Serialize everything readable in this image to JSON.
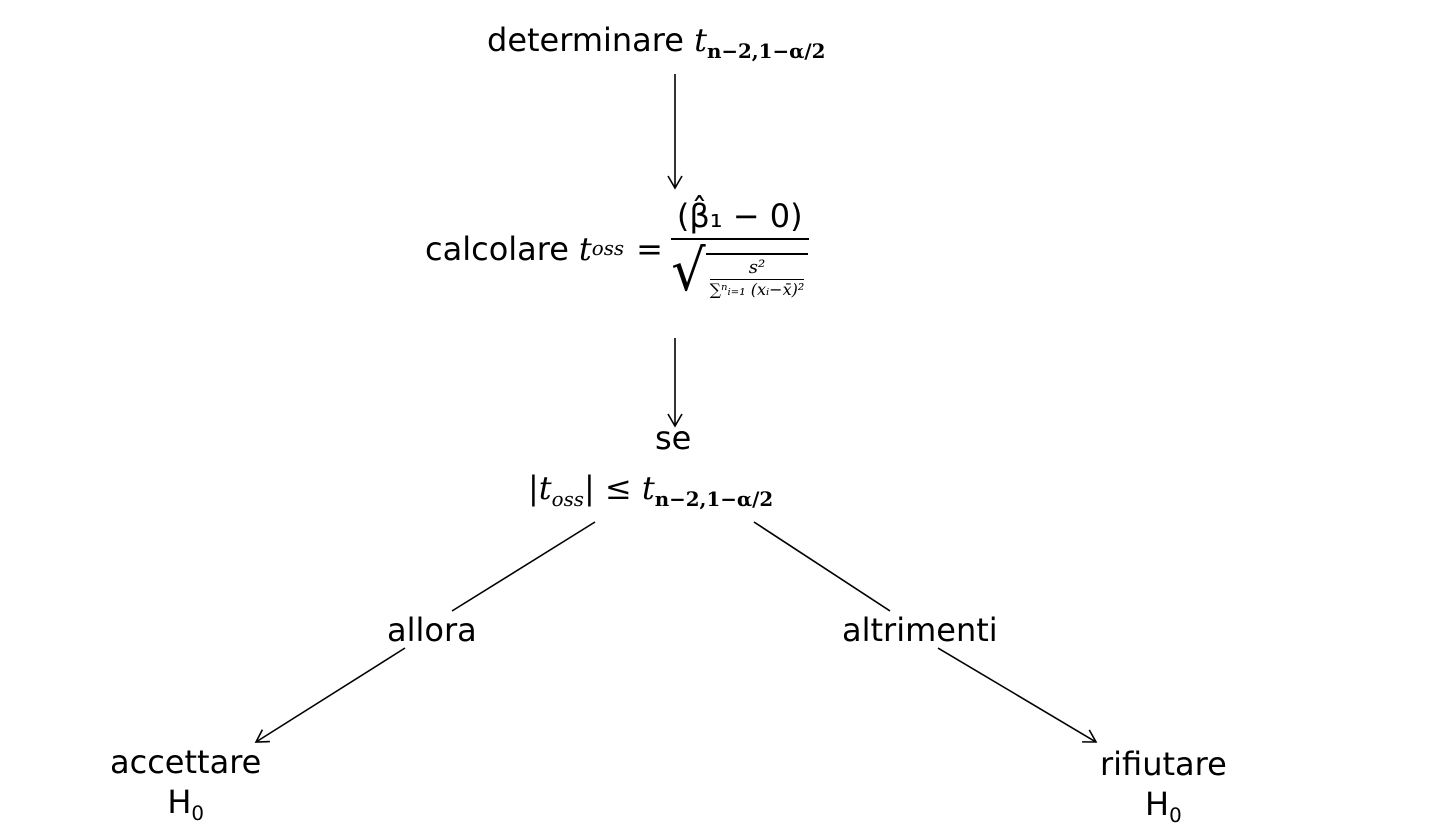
{
  "nodes": {
    "determinare": {
      "label": "determinare",
      "symbol": "t",
      "subscript": "n−2,1−α/2"
    },
    "calcolare": {
      "label": "calcolare",
      "symbol": "t",
      "subscript": "oss",
      "equals": "=",
      "numerator": "(β̂₁ − 0)",
      "inner_numerator": "s²",
      "inner_denominator": "∑ⁿᵢ₌₁ (xᵢ−x̄)²"
    },
    "se": {
      "label": "se",
      "condition_left": "|t",
      "condition_left_sub": "oss",
      "condition_mid": "| ≤ t",
      "condition_right_sub": "n−2,1−α/2"
    },
    "allora": {
      "label": "allora"
    },
    "altrimenti": {
      "label": "altrimenti"
    },
    "accettare": {
      "label": "accettare",
      "hypothesis": "H",
      "hypothesis_sub": "0"
    },
    "rifiutare": {
      "label": "rifiutare",
      "hypothesis": "H",
      "hypothesis_sub": "0"
    }
  },
  "colors": {
    "line": "#000000",
    "background": "#ffffff"
  }
}
